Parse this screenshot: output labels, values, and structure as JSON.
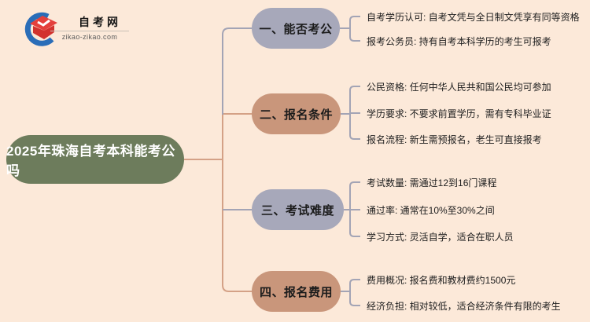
{
  "logo": {
    "site_name": "自考网",
    "site_url": "zikao-zikao.com"
  },
  "root": {
    "title": "2025年珠海自考本科能考公吗"
  },
  "branches": [
    {
      "label": "一、能否考公",
      "color": "#a7a8ba",
      "items": [
        "自考学历认可: 自考文凭与全日制文凭享有同等资格",
        "报考公务员: 持有自考本科学历的考生可报考"
      ]
    },
    {
      "label": "二、报名条件",
      "color": "#c9967b",
      "items": [
        "公民资格: 任何中华人民共和国公民均可参加",
        "学历要求: 不要求前置学历，需有专科毕业证",
        "报名流程: 新生需预报名，老生可直接报考"
      ]
    },
    {
      "label": "三、考试难度",
      "color": "#a7a8ba",
      "items": [
        "考试数量: 需通过12到16门课程",
        "通过率: 通常在10%至30%之间",
        "学习方式: 灵活自学，适合在职人员"
      ]
    },
    {
      "label": "四、报名费用",
      "color": "#c9967b",
      "items": [
        "费用概况: 报名费和教材费约1500元",
        "经济负担: 相对较低，适合经济条件有限的考生"
      ]
    }
  ],
  "colors": {
    "background": "#fce9d9",
    "root_fill": "#6d7c5c",
    "gray_fill": "#a7a8ba",
    "salmon_fill": "#c9967b",
    "gray_line": "#a3a4b5",
    "salmon_line": "#d4a186",
    "logo_blue": "#2a6db8",
    "logo_red": "#e4403c"
  }
}
